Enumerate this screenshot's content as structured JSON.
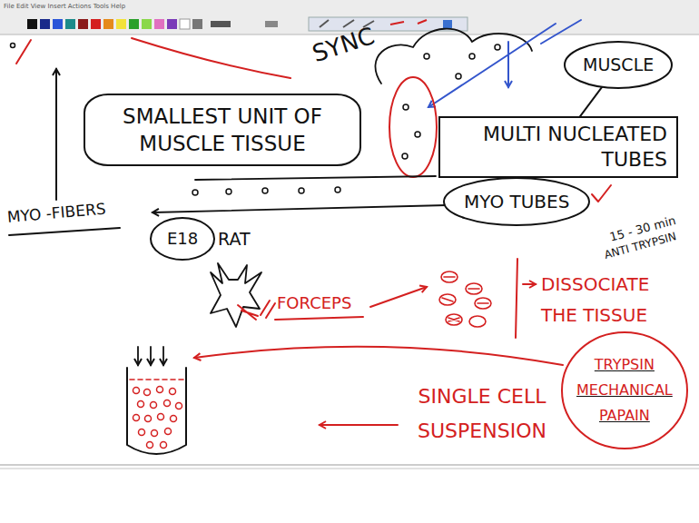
{
  "diagram": {
    "nodes": [
      {
        "text": [
          "MUSCLE"
        ]
      },
      {
        "text": [
          "SMALLEST UNIT OF MUSCLE TISSUE"
        ]
      },
      {
        "text": [
          "MULTI NUCLEATED TUBES"
        ]
      },
      {
        "text": [
          "MYO TUBES"
        ]
      },
      {
        "text": [
          "E18"
        ]
      },
      {
        "text": [
          "TRYPSIN",
          "MECHANICAL",
          "PAPAIN"
        ]
      }
    ],
    "edges": [
      {
        "from": 0,
        "to": 3,
        "arrow": "none"
      }
    ],
    "labels": [
      "File Edit View Insert Actions Tools Help",
      "SYNC",
      "MYO -FIBERS",
      "RAT",
      "FORCEPS",
      "DISSOCIATE THE TISSUE",
      "15 - 30 min",
      "ANTI TRYPSIN",
      "SINGLE CELL SUSPENSION"
    ]
  }
}
